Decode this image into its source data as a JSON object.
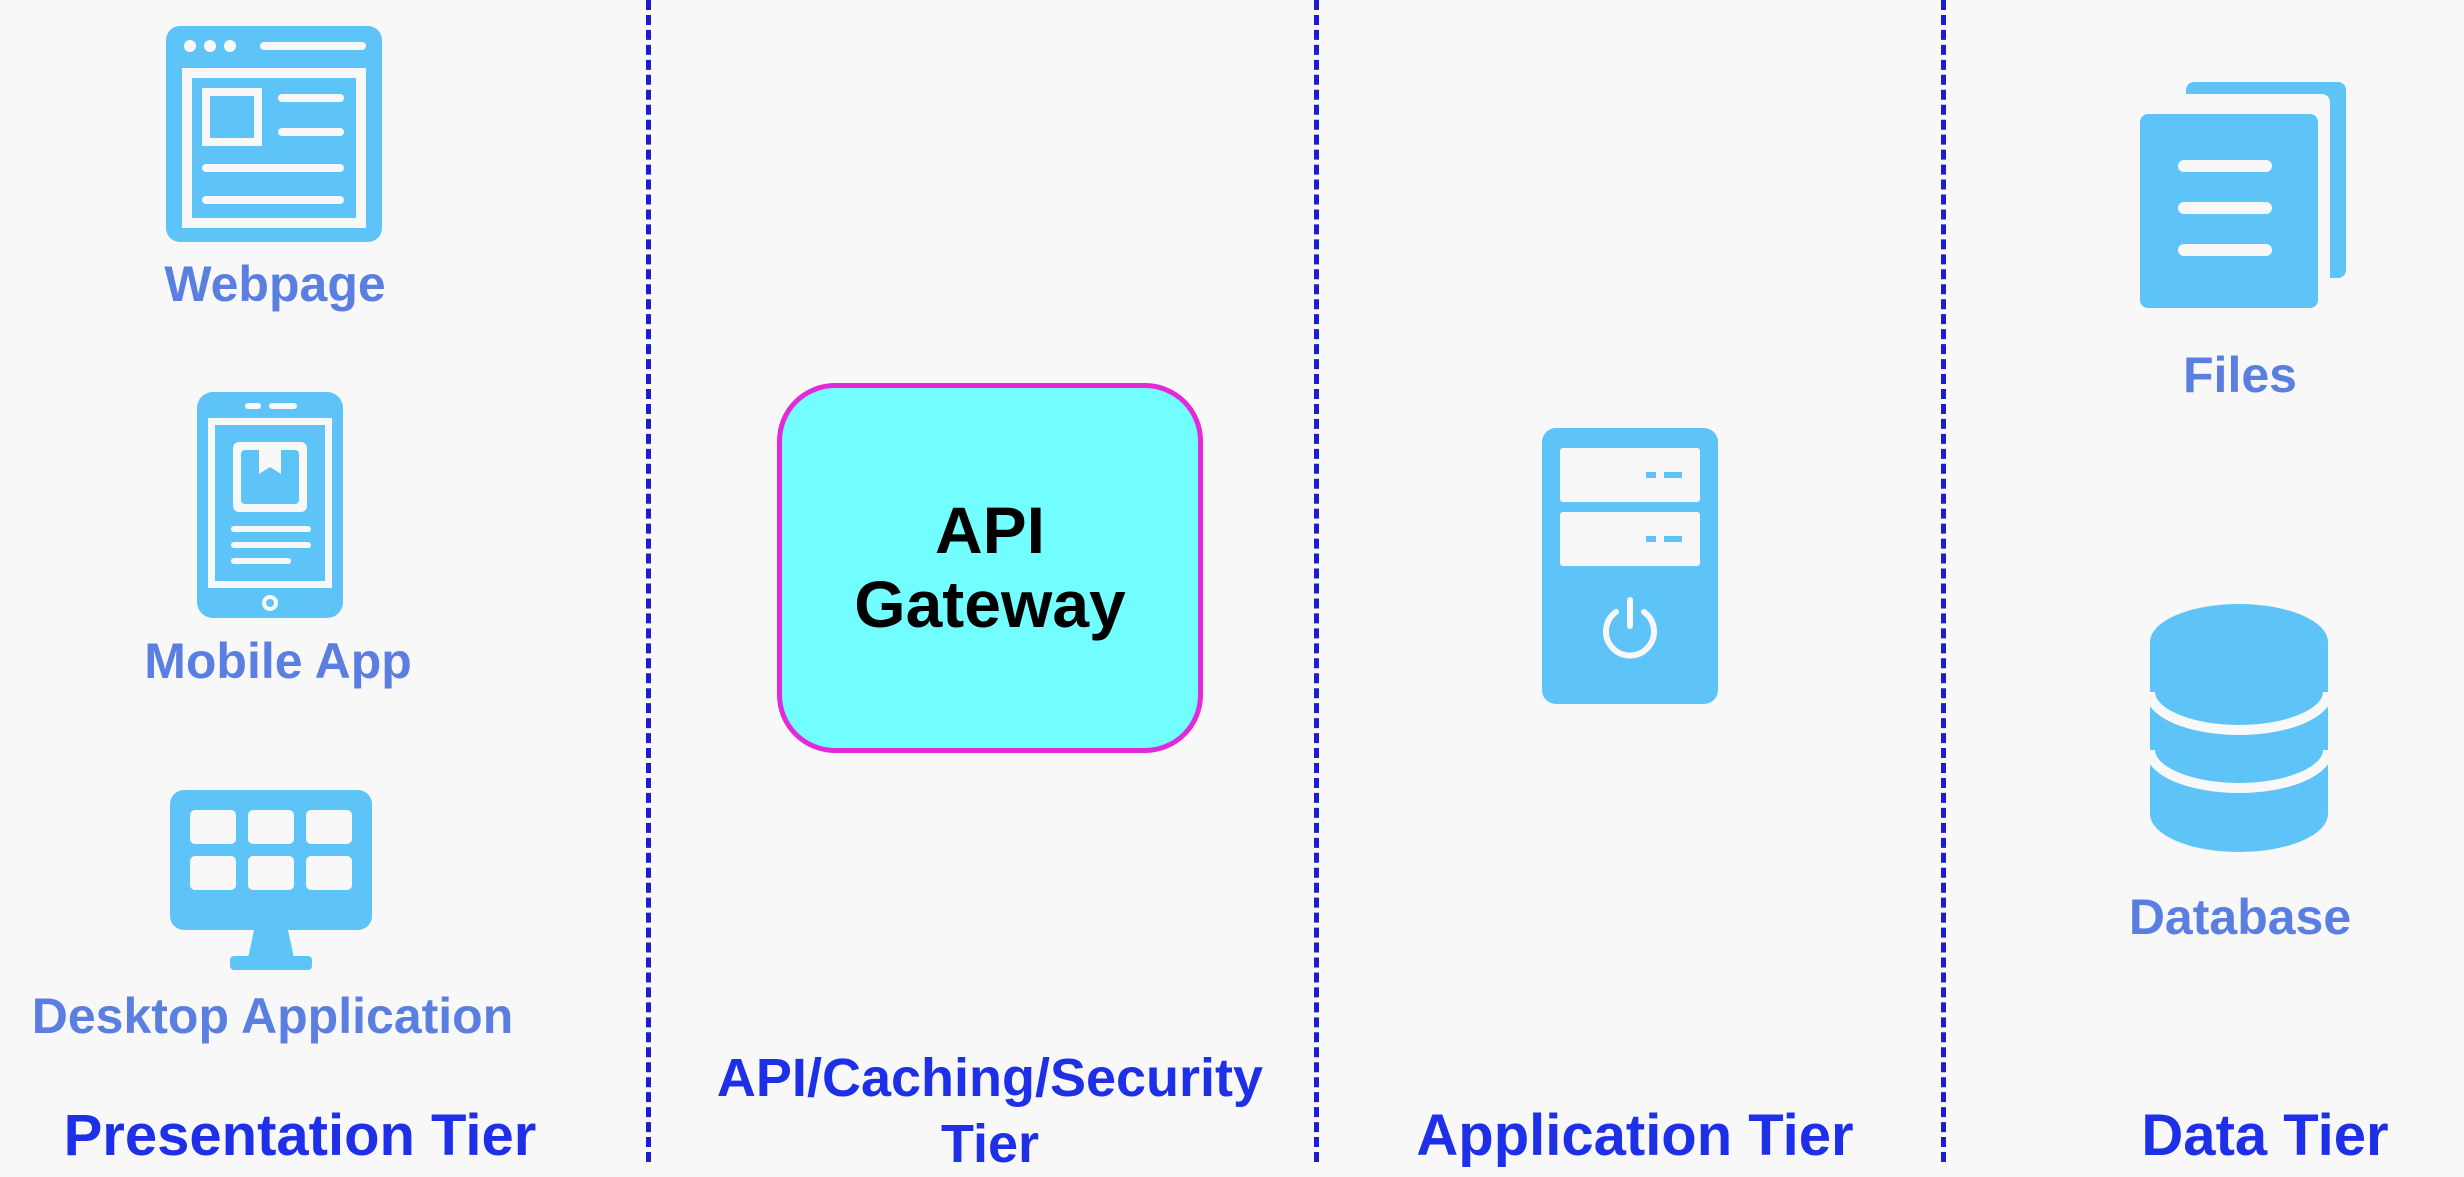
{
  "colors": {
    "background": "#f8f8f9",
    "divider": "#1a1ed0",
    "icon": "#5ec4f8",
    "icon_label": "#5b7fe0",
    "tier_label": "#1e2fe8",
    "gateway_fill": "#72fdff",
    "gateway_border": "#e22ad9"
  },
  "presentation": {
    "webpage": {
      "icon": "webpage-icon",
      "label": "Webpage"
    },
    "mobile": {
      "icon": "mobile-phone-icon",
      "label": "Mobile App"
    },
    "desktop": {
      "icon": "desktop-monitor-icon",
      "label": "Desktop Application"
    },
    "tier_label": "Presentation Tier"
  },
  "gateway": {
    "line1": "API",
    "line2": "Gateway",
    "tier_label_line1": "API/Caching/Security",
    "tier_label_line2": "Tier"
  },
  "application": {
    "icon": "server-icon",
    "tier_label": "Application Tier"
  },
  "data": {
    "files": {
      "icon": "files-icon",
      "label": "Files"
    },
    "database": {
      "icon": "database-icon",
      "label": "Database"
    },
    "tier_label": "Data Tier"
  }
}
